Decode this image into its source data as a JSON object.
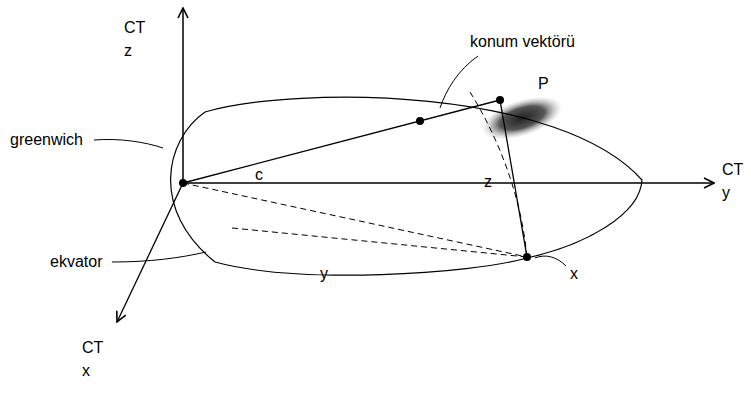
{
  "diagram": {
    "labels": [
      "CT z",
      "konum vektörü",
      "P",
      "greenwich",
      "c",
      "z",
      "CT y",
      "ekvator",
      "y",
      "x",
      "CT x"
    ]
  }
}
